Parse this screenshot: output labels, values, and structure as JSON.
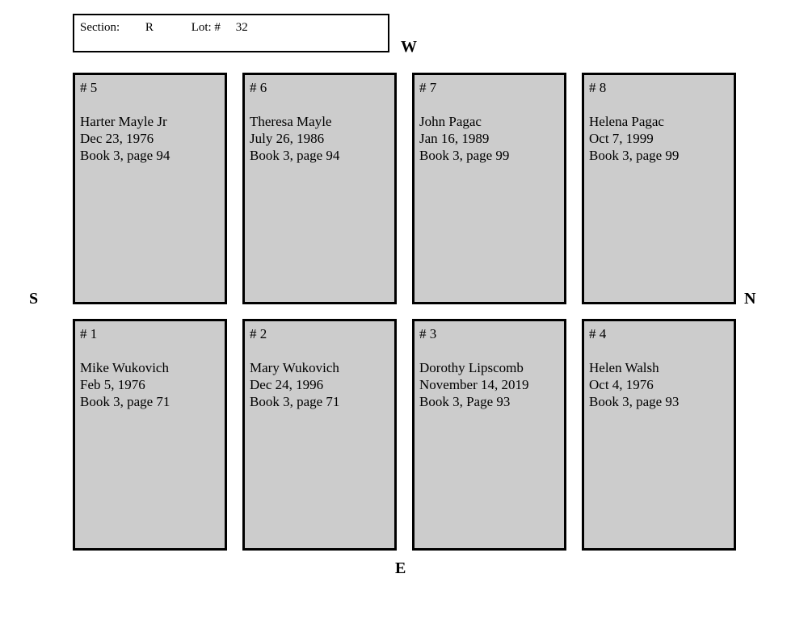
{
  "header": {
    "section_label": "Section:",
    "section_value": "R",
    "lot_label": "Lot: #",
    "lot_value": "32"
  },
  "compass": {
    "west": "W",
    "south": "S",
    "north": "N",
    "east": "E"
  },
  "plots": [
    {
      "number": "# 5",
      "name": "Harter Mayle Jr",
      "date": "Dec 23, 1976",
      "book": "Book 3, page 94"
    },
    {
      "number": "# 6",
      "name": "Theresa Mayle",
      "date": "July 26, 1986",
      "book": "Book 3, page 94"
    },
    {
      "number": "# 7",
      "name": "John Pagac",
      "date": "Jan 16, 1989",
      "book": "Book 3, page 99"
    },
    {
      "number": "# 8",
      "name": "Helena Pagac",
      "date": "Oct 7, 1999",
      "book": "Book 3, page 99"
    },
    {
      "number": "# 1",
      "name": "Mike Wukovich",
      "date": "Feb 5, 1976",
      "book": "Book 3, page 71"
    },
    {
      "number": "# 2",
      "name": "Mary Wukovich",
      "date": "Dec 24, 1996",
      "book": "Book 3, page 71"
    },
    {
      "number": "# 3",
      "name": "Dorothy Lipscomb",
      "date": "November 14, 2019",
      "book": "Book 3, Page 93"
    },
    {
      "number": "# 4",
      "name": "Helen Walsh",
      "date": "Oct 4, 1976",
      "book": "Book 3, page 93"
    }
  ],
  "colors": {
    "plot_fill": "#cccccc",
    "border": "#000000",
    "background": "#ffffff"
  }
}
